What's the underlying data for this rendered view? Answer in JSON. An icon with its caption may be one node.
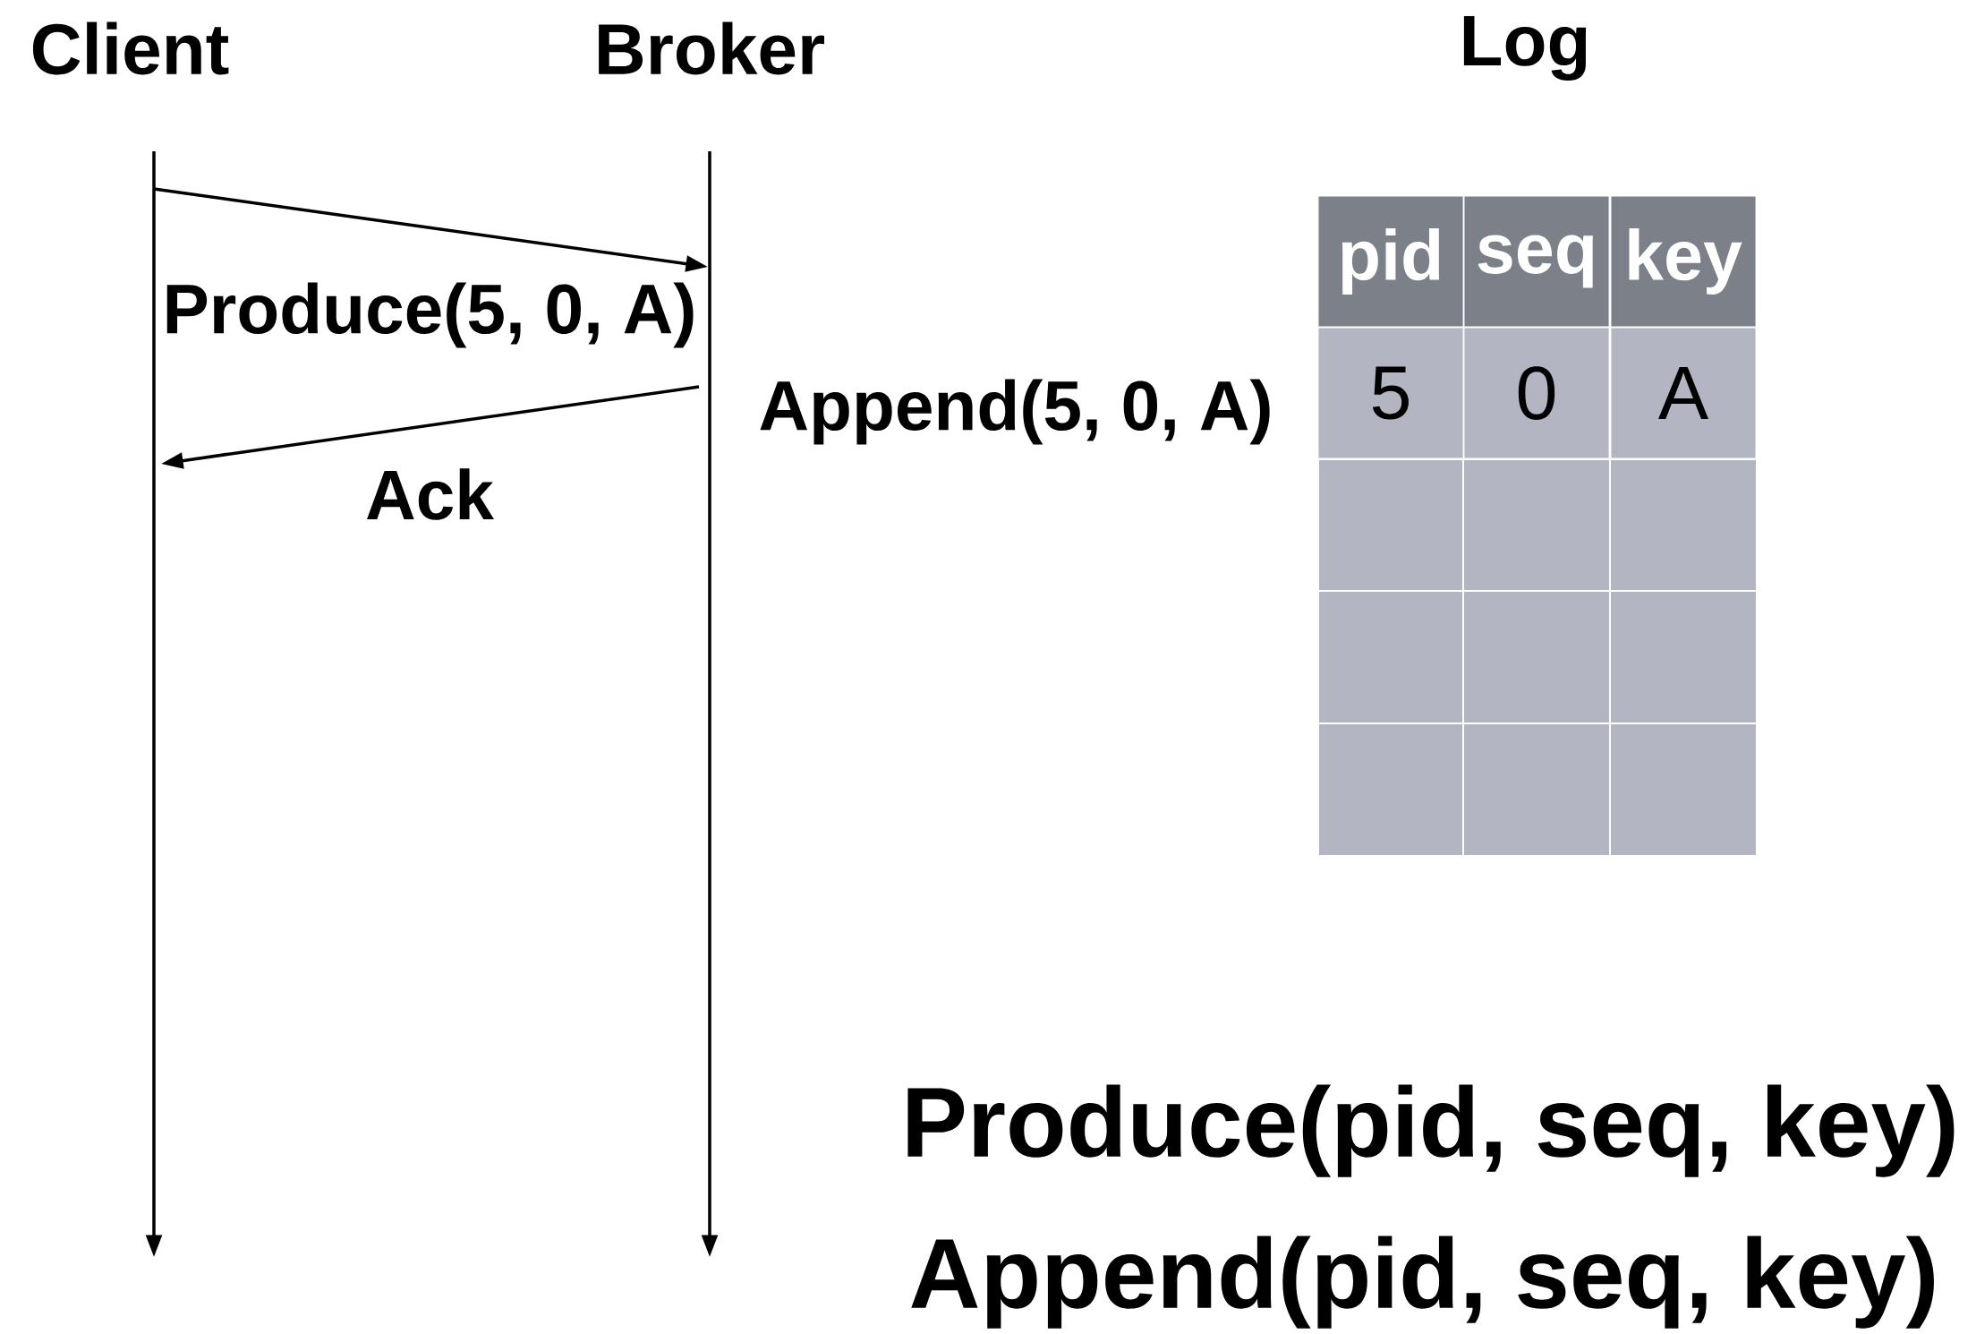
{
  "diagram": {
    "nodes": [
      {
        "text": [
          "Client"
        ]
      },
      {
        "text": [
          "Broker"
        ]
      }
    ],
    "edges": [
      {
        "from": 0,
        "to": 1,
        "arrow": "to",
        "label": "Produce(5, 0, A)"
      },
      {
        "from": 1,
        "to": 0,
        "arrow": "to",
        "label": "Ack"
      }
    ],
    "labels": [
      "Log",
      "pid",
      "seq",
      "key",
      "Append(5, 0, A)",
      "5",
      "0",
      "A",
      "Produce(pid, seq, key)",
      "Append(pid, seq, key)"
    ]
  }
}
